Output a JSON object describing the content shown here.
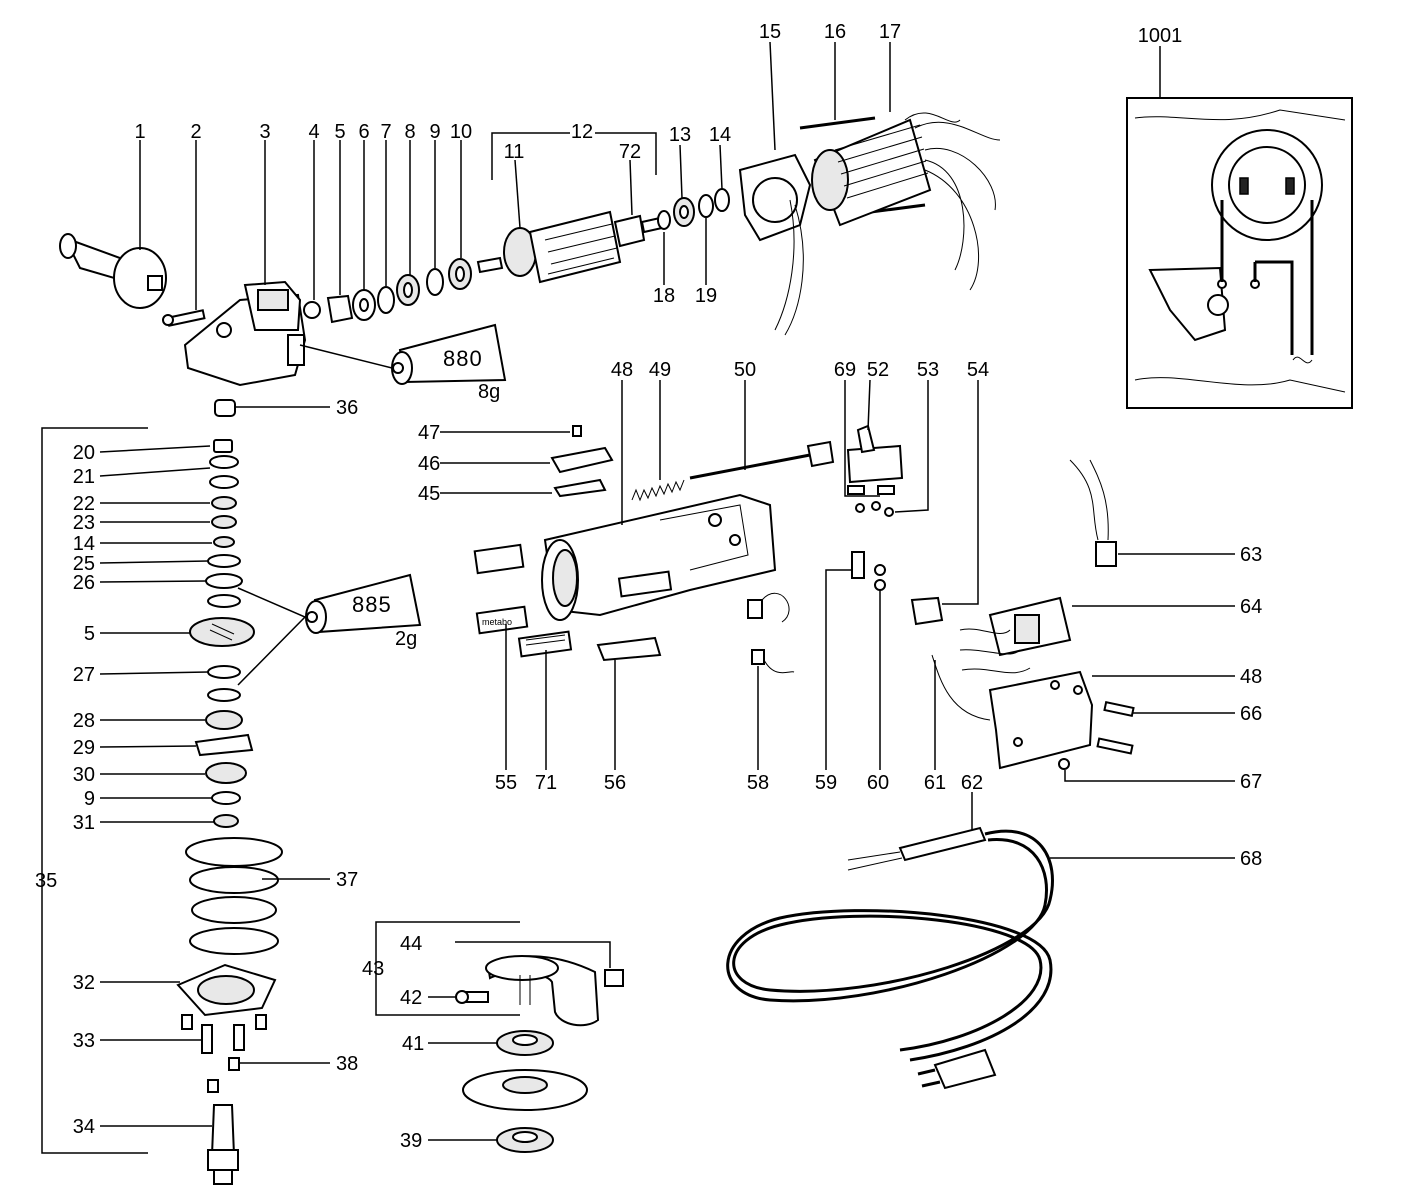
{
  "labels": {
    "l1": "1",
    "l2": "2",
    "l3": "3",
    "l4": "4",
    "l5a": "5",
    "l6": "6",
    "l7": "7",
    "l8": "8",
    "l9a": "9",
    "l10": "10",
    "l11": "11",
    "l12": "12",
    "l72": "72",
    "l13": "13",
    "l14a": "14",
    "l15": "15",
    "l16": "16",
    "l17": "17",
    "l18": "18",
    "l19": "19",
    "l1001": "1001",
    "l36": "36",
    "l20": "20",
    "l21": "21",
    "l22": "22",
    "l23": "23",
    "l14b": "14",
    "l25": "25",
    "l26": "26",
    "l5b": "5",
    "l27": "27",
    "l28": "28",
    "l29": "29",
    "l30": "30",
    "l9b": "9",
    "l31": "31",
    "l35": "35",
    "l37": "37",
    "l32": "32",
    "l33": "33",
    "l38": "38",
    "l34": "34",
    "l48a": "48",
    "l49": "49",
    "l50": "50",
    "l69": "69",
    "l52": "52",
    "l53": "53",
    "l54": "54",
    "l47": "47",
    "l46": "46",
    "l45": "45",
    "l63": "63",
    "l64": "64",
    "l48b": "48",
    "l66": "66",
    "l67": "67",
    "l55": "55",
    "l71": "71",
    "l56": "56",
    "l58": "58",
    "l59": "59",
    "l60": "60",
    "l61": "61",
    "l62": "62",
    "l68": "68",
    "l43": "43",
    "l44": "44",
    "l42": "42",
    "l41": "41",
    "l39": "39"
  },
  "tubes": {
    "t880": {
      "text": "880",
      "weight": "8g"
    },
    "t885": {
      "text": "885",
      "weight": "2g"
    }
  },
  "nameplate": {
    "brand": "metabo"
  }
}
